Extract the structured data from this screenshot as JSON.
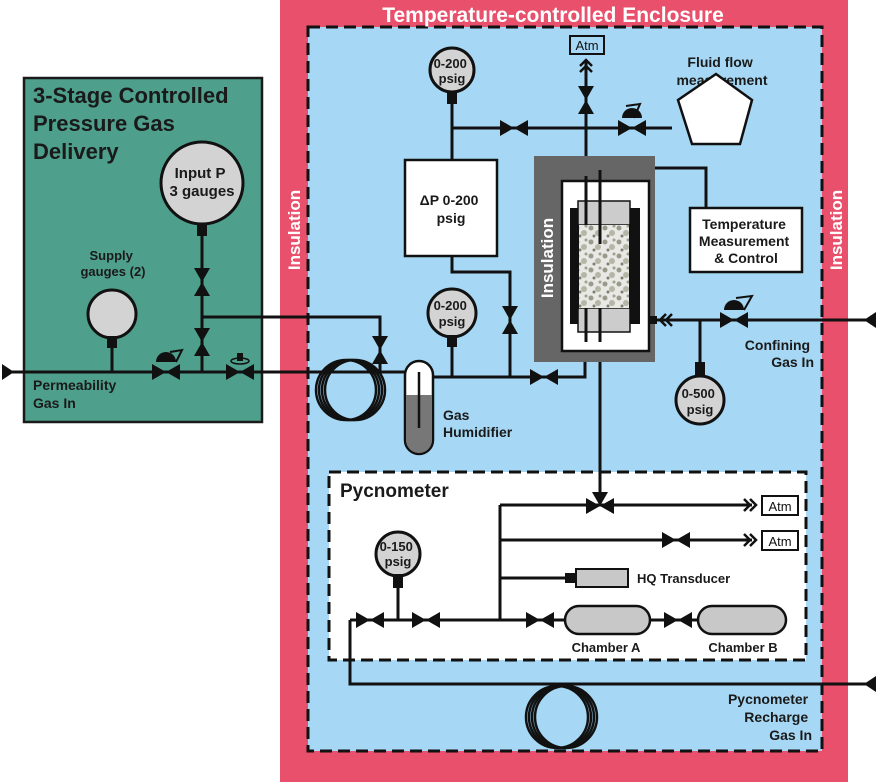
{
  "colors": {
    "enclosure": "#e8506c",
    "interior": "#a6d8f5",
    "gas_delivery": "#4e9f8c",
    "insulation_block": "#666666",
    "gauge_fill": "#d3d3d3",
    "line": "#111111"
  },
  "enclosure": {
    "title": "Temperature-controlled Enclosure",
    "insulation_left": "Insulation",
    "insulation_right": "Insulation",
    "insulation_core": "Insulation"
  },
  "gas_delivery": {
    "title_lines": [
      "3-Stage Controlled",
      "Pressure Gas",
      "Delivery"
    ],
    "input_gauge": [
      "Input P",
      "3 gauges"
    ],
    "supply_label": [
      "Supply",
      "gauges (2)"
    ],
    "inlet_label": [
      "Permeability",
      "Gas In"
    ]
  },
  "components": {
    "atm_top": "Atm",
    "fluid_flow": [
      "Fluid flow",
      "measurement"
    ],
    "gauge_top": [
      "0-200",
      "psig"
    ],
    "dp_box": [
      "ΔP 0-200",
      "psig"
    ],
    "gauge_mid": [
      "0-200",
      "psig"
    ],
    "temp_box": [
      "Temperature",
      "Measurement",
      "& Control"
    ],
    "confining": [
      "Confining",
      "Gas In"
    ],
    "gauge_confining": [
      "0-500",
      "psig"
    ],
    "humidifier": [
      "Gas",
      "Humidifier"
    ]
  },
  "pycnometer": {
    "title": "Pycnometer",
    "gauge": [
      "0-150",
      "psig"
    ],
    "atm_1": "Atm",
    "atm_2": "Atm",
    "transducer": "HQ Transducer",
    "chamber_a": "Chamber A",
    "chamber_b": "Chamber B",
    "recharge": [
      "Pycnometer",
      "Recharge",
      "Gas In"
    ]
  }
}
